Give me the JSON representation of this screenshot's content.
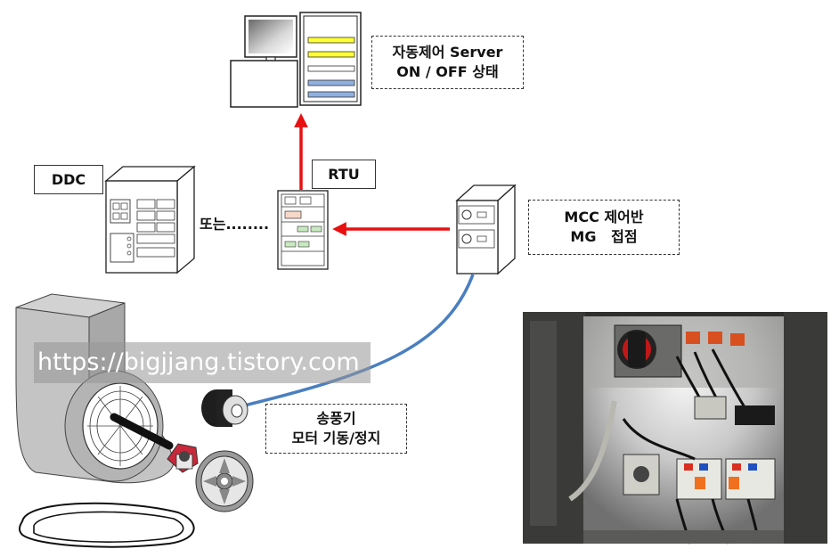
{
  "labels": {
    "server": [
      "자동제어 Server",
      "ON / OFF 상태"
    ],
    "rtu": "RTU",
    "ddc": "DDC",
    "ddc_or": "또는........",
    "mcc": [
      "MCC 제어반",
      "MG   접점"
    ],
    "motor": [
      "송풍기",
      "모터 기동/정지"
    ]
  },
  "watermark": "https://bigjjang.tistory.com",
  "icons": [
    "computer-monitor-icon",
    "server-rack-icon",
    "ddc-panel-icon",
    "rtu-cabinet-icon",
    "mcc-panel-icon",
    "blower-fan-icon",
    "motor-icon",
    "pulley-icon",
    "belt-icon",
    "panel-photo"
  ],
  "colors": {
    "arrow": "#e81010",
    "cable": "#4a7fc0",
    "highlight_yellow": "#ffff33",
    "highlight_blue": "#8fb0e0"
  }
}
